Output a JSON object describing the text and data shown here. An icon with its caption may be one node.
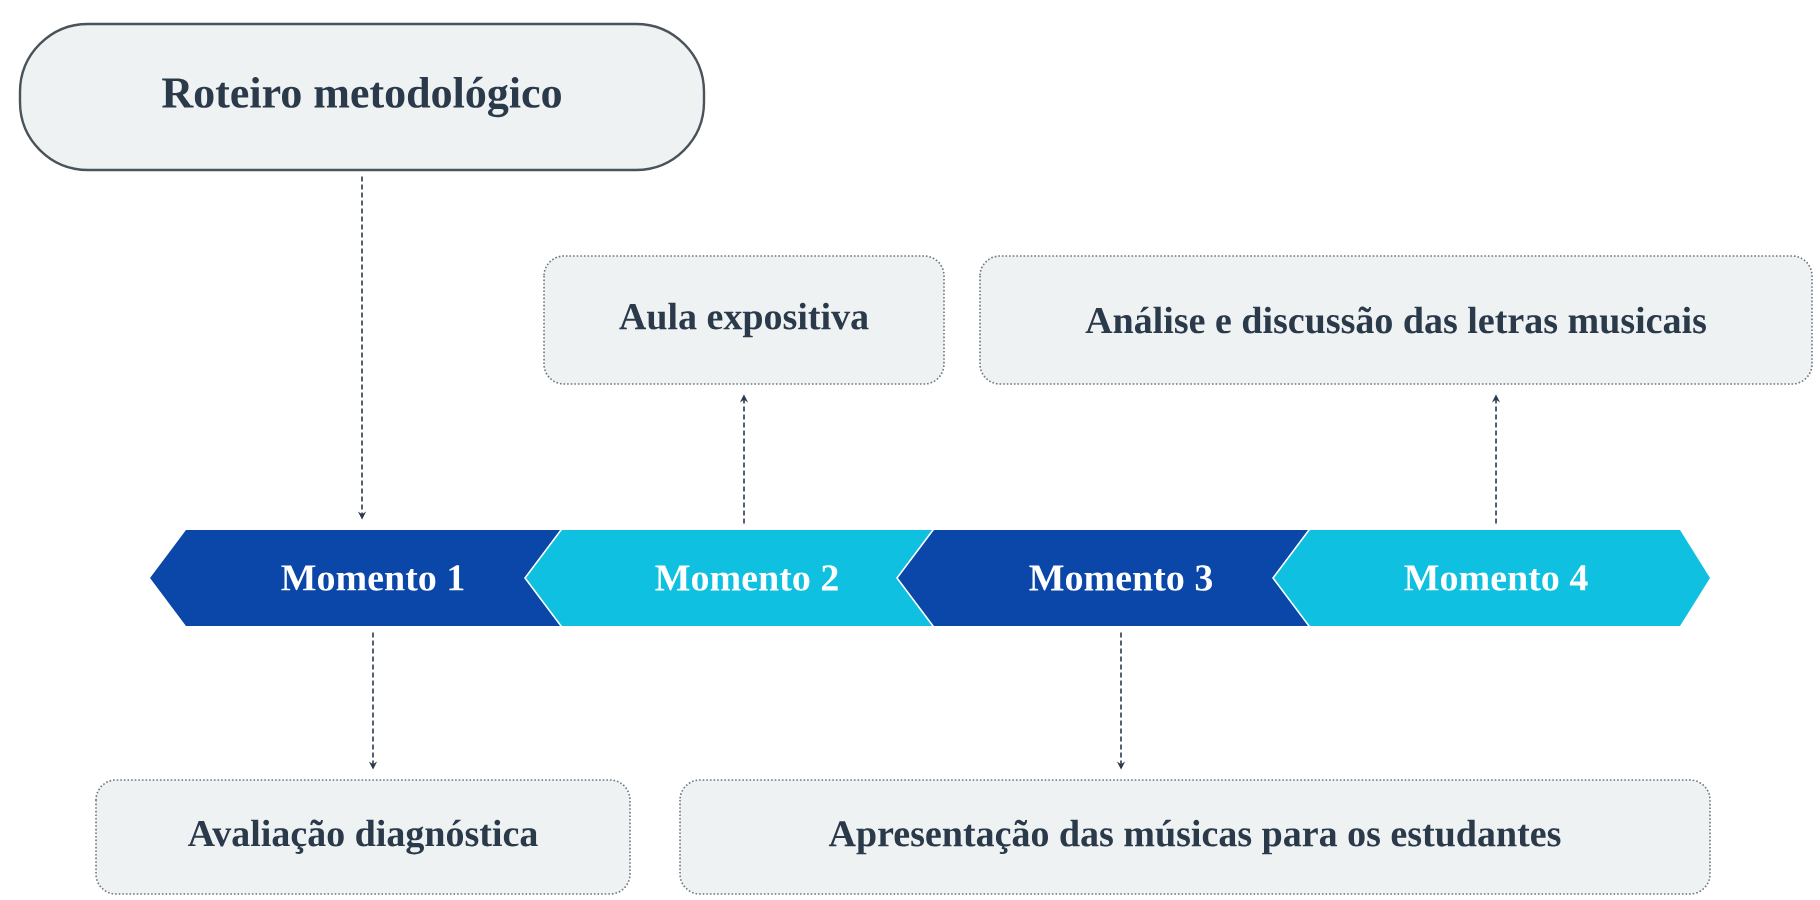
{
  "diagram": {
    "nodes": [
      {
        "text": [
          "Roteiro metodológico"
        ]
      },
      {
        "text": [
          "Aula expositiva"
        ]
      },
      {
        "text": [
          "Análise e discussão das letras musicais"
        ]
      },
      {
        "text": [
          "Momento 1"
        ]
      },
      {
        "text": [
          "Momento 2"
        ]
      },
      {
        "text": [
          "Momento 3"
        ]
      },
      {
        "text": [
          "Momento 4"
        ]
      },
      {
        "text": [
          "Avaliação diagnóstica"
        ]
      },
      {
        "text": [
          "Apresentação das músicas para os estudantes"
        ]
      }
    ],
    "edges": [
      {
        "from": 0,
        "to": 3,
        "arrow": "to",
        "style": "dashed"
      },
      {
        "from": 4,
        "to": 1,
        "arrow": "to",
        "style": "dashed"
      },
      {
        "from": 6,
        "to": 2,
        "arrow": "to",
        "style": "dashed"
      },
      {
        "from": 3,
        "to": 7,
        "arrow": "to",
        "style": "dashed"
      },
      {
        "from": 5,
        "to": 8,
        "arrow": "to",
        "style": "dashed"
      }
    ]
  }
}
